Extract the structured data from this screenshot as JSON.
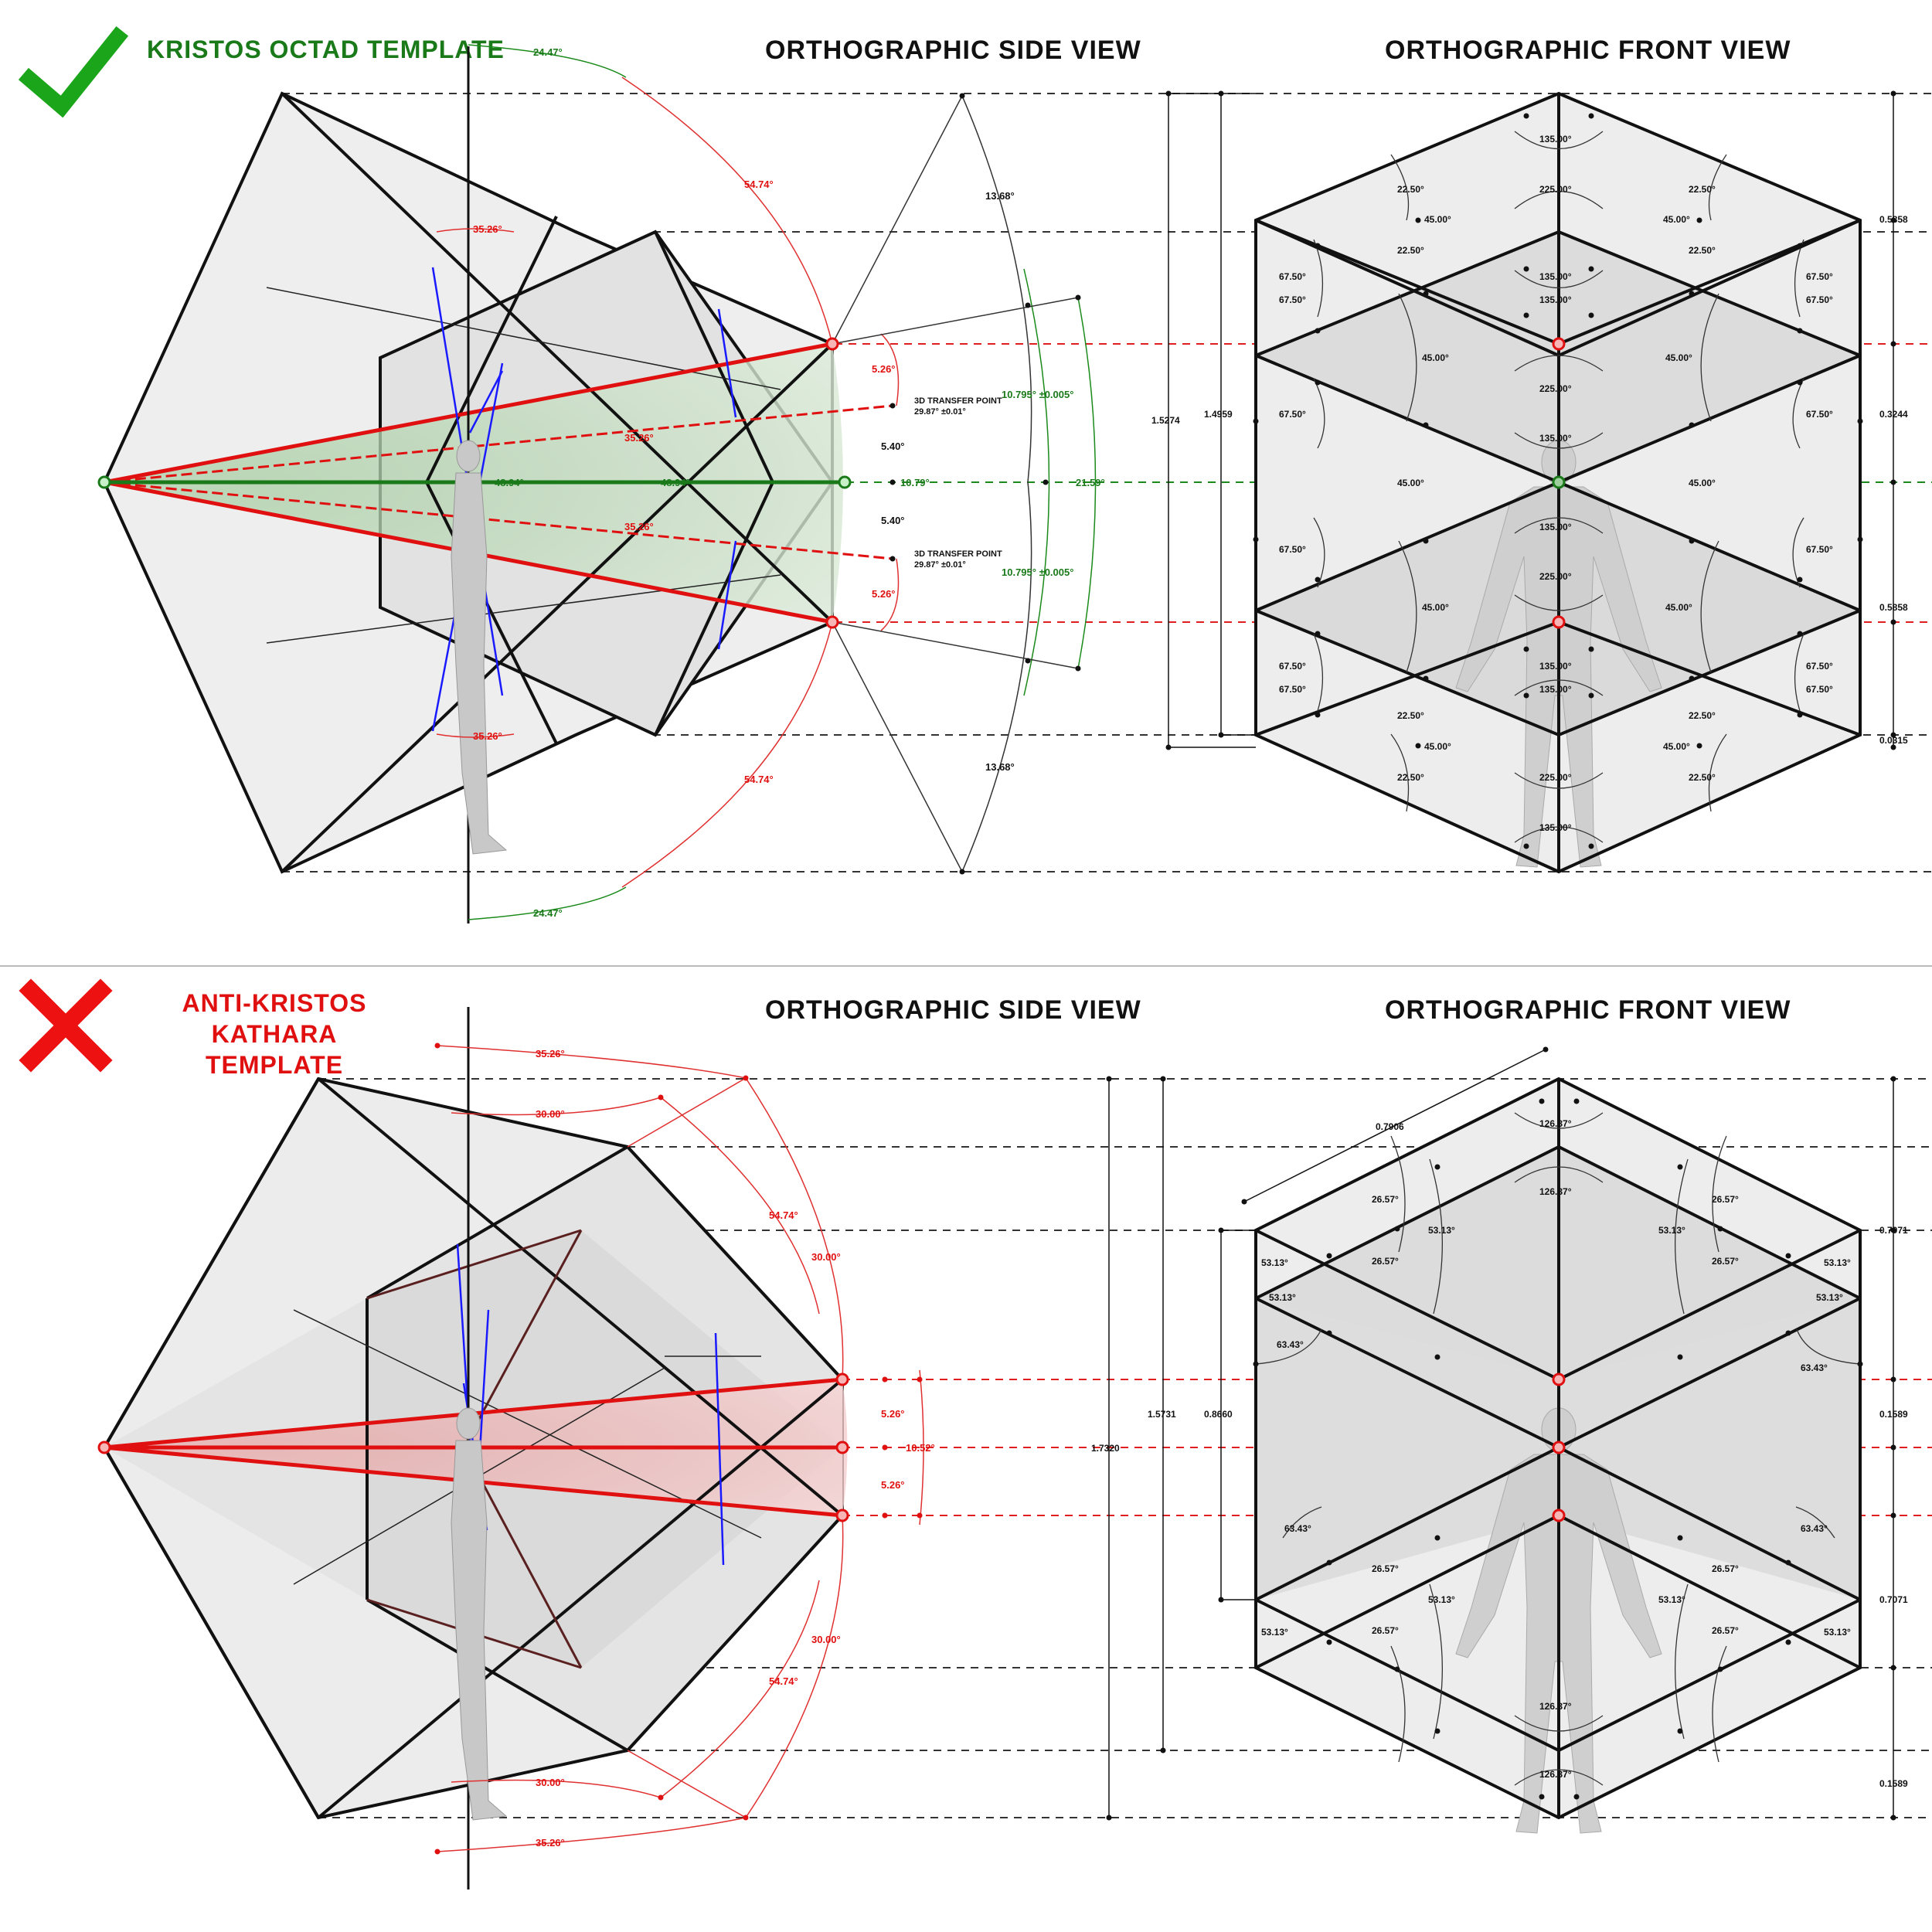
{
  "colors": {
    "good": "#1a7a1a",
    "bad": "#e01010",
    "blue": "#1a1aff",
    "fill": "#e6e6e6",
    "green_fill": "#cfe3cc",
    "red_fill": "#f2c4c4"
  },
  "top_panel": {
    "status_icon": "checkmark-icon",
    "template_title": "KRISTOS OCTAD TEMPLATE",
    "side_view_title": "ORTHOGRAPHIC SIDE VIEW",
    "front_view_title": "ORTHOGRAPHIC FRONT VIEW",
    "side_labels": {
      "a2447": "24.47°",
      "a5474": "54.74°",
      "a1368": "13.68°",
      "a3526": "35.26°",
      "a526": "5.26°",
      "tp_title": "3D TRANSFER POINT",
      "tp_value": "29.87° ±0.01°",
      "a10795": "10.795° ±0.005°",
      "a540": "5.40°",
      "a1079": "10.79°",
      "a2159": "21.59°",
      "a4894": "48.94°"
    },
    "front_labels": {
      "a13500": "135.00°",
      "a22500": "225.00°",
      "a2250": "22.50°",
      "a4500": "45.00°",
      "a6750": "67.50°",
      "d15274": "1.5274",
      "d14959": "1.4959",
      "d05858": "0.5858",
      "d03244": "0.3244",
      "d00315": "0.0315"
    }
  },
  "bottom_panel": {
    "status_icon": "cross-icon",
    "template_title_line1": "ANTI-KRISTOS",
    "template_title_line2": "KATHARA TEMPLATE",
    "side_view_title": "ORTHOGRAPHIC SIDE VIEW",
    "front_view_title": "ORTHOGRAPHIC FRONT VIEW",
    "side_labels": {
      "a3526": "35.26°",
      "a3000": "30.00°",
      "a5474": "54.74°",
      "a526": "5.26°",
      "a1052": "10.52°"
    },
    "front_labels": {
      "a12687": "126.87°",
      "a2657": "26.57°",
      "a5313": "53.13°",
      "a6343": "63.43°",
      "d07906": "0.7906",
      "d15731": "1.5731",
      "d08660": "0.8660",
      "d17320": "1.7320",
      "d07071": "0.7071",
      "d01589": "0.1589"
    }
  }
}
